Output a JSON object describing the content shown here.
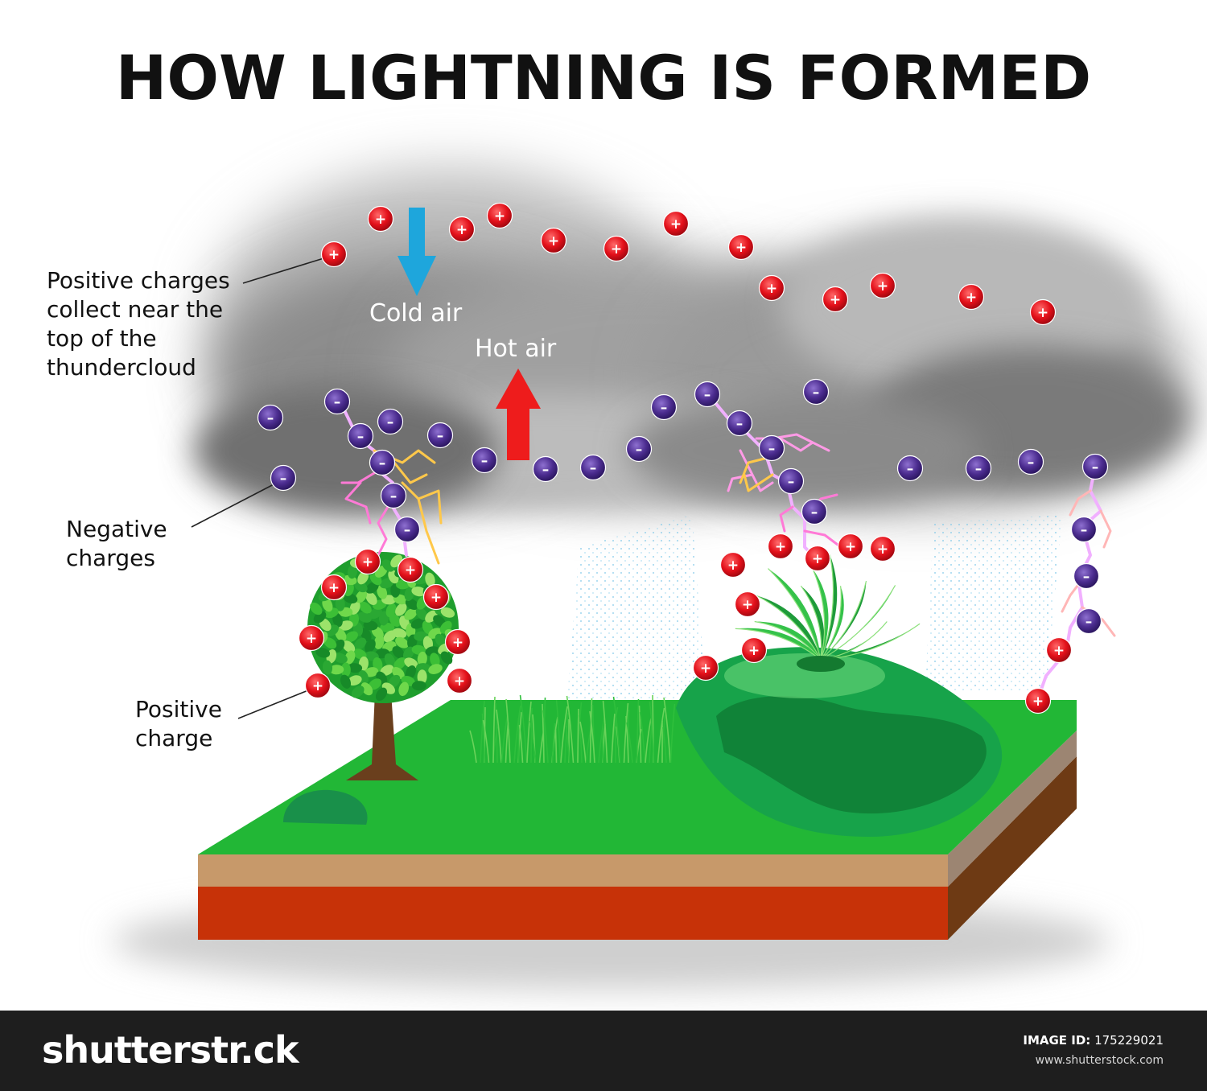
{
  "title": "HOW LIGHTNING IS FORMED",
  "labels": {
    "positive_top": [
      "Positive charges",
      "collect near the",
      "top of the",
      "thundercloud"
    ],
    "negative": [
      "Negative",
      "charges"
    ],
    "positive_charge": [
      "Positive",
      "charge"
    ],
    "cold_air": "Cold air",
    "hot_air": "Hot air"
  },
  "charge_symbols": {
    "positive": "+",
    "negative": "–"
  },
  "colors": {
    "positive": "#e3101a",
    "negative": "#4b2c8f",
    "cold_arrow": "#1ea6dc",
    "hot_arrow": "#ee1c1c",
    "grass": "#22b736",
    "soil": "#c79a6a",
    "clay": "#c3300b"
  },
  "footer": {
    "brand": "shutterstr.ck",
    "image_id_label": "IMAGE ID:",
    "image_id": "175229021",
    "url": "www.shutterstock.com"
  }
}
